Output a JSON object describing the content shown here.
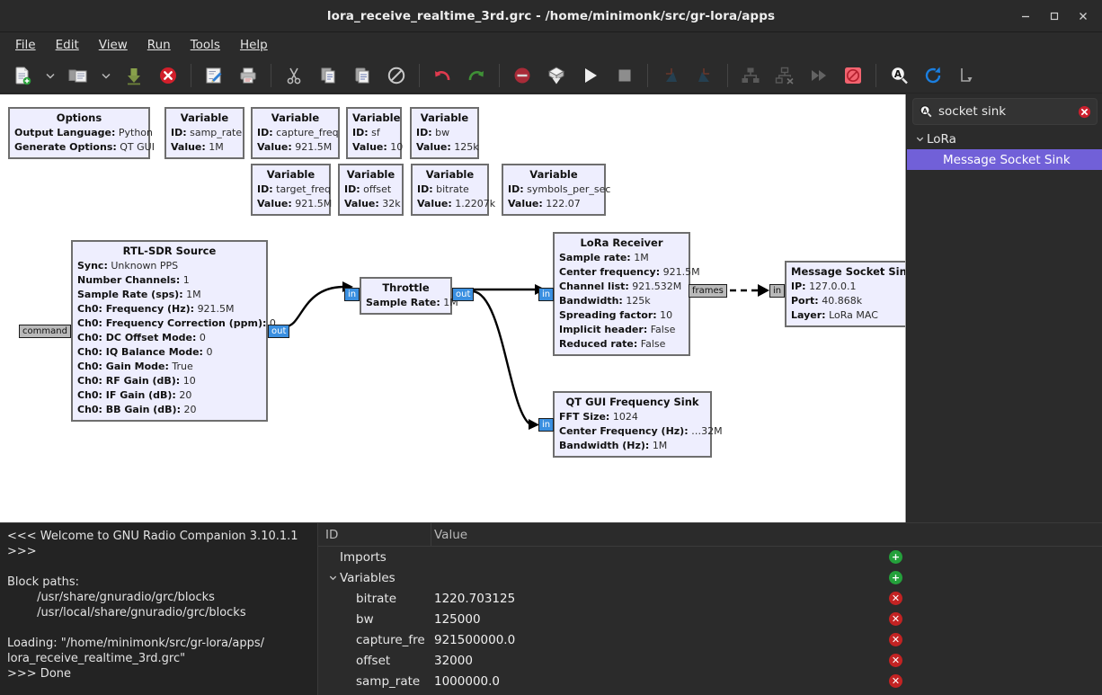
{
  "window": {
    "title": "lora_receive_realtime_3rd.grc - /home/minimonk/src/gr-lora/apps",
    "minimize_label": "–",
    "maximize_label": "□",
    "close_label": "✕"
  },
  "menubar": {
    "items": [
      {
        "label": "File"
      },
      {
        "label": "Edit"
      },
      {
        "label": "View"
      },
      {
        "label": "Run"
      },
      {
        "label": "Tools"
      },
      {
        "label": "Help"
      }
    ]
  },
  "toolbar": {
    "items": [
      {
        "name": "new-file-icon",
        "title": "New"
      },
      {
        "name": "new-file-dropdown-icon",
        "title": "New flow graph type"
      },
      {
        "name": "open-folder-icon",
        "title": "Open"
      },
      {
        "name": "open-recent-dropdown-icon",
        "title": "Open recent"
      },
      {
        "name": "save-icon",
        "title": "Save"
      },
      {
        "name": "close-file-icon",
        "title": "Close"
      },
      {
        "name": "edit-properties-icon",
        "title": "Edit properties"
      },
      {
        "name": "print-icon",
        "title": "Print"
      },
      {
        "name": "cut-icon",
        "title": "Cut"
      },
      {
        "name": "copy-icon",
        "title": "Copy"
      },
      {
        "name": "paste-icon",
        "title": "Paste"
      },
      {
        "name": "delete-icon",
        "title": "Delete"
      },
      {
        "name": "undo-icon",
        "title": "Undo"
      },
      {
        "name": "redo-icon",
        "title": "Redo"
      },
      {
        "name": "disable-block-icon",
        "title": "Disable"
      },
      {
        "name": "enable-block-icon",
        "title": "Enable"
      },
      {
        "name": "execute-icon",
        "title": "Execute the flow graph"
      },
      {
        "name": "stop-icon",
        "title": "Kill the flow graph"
      },
      {
        "name": "rotate-left-icon",
        "title": "Rotate left"
      },
      {
        "name": "rotate-right-icon",
        "title": "Rotate right"
      },
      {
        "name": "hier-create-icon",
        "title": "Create hier block"
      },
      {
        "name": "hier-remove-icon",
        "title": "Remove hier block"
      },
      {
        "name": "more-icon",
        "title": "Toggle"
      },
      {
        "name": "bypass-icon",
        "title": "Bypass"
      },
      {
        "name": "find-block-icon",
        "title": "Find blocks"
      },
      {
        "name": "reload-blocks-icon",
        "title": "Reload blocks"
      },
      {
        "name": "variable-editor-icon",
        "title": "Toggle variable editor"
      }
    ]
  },
  "canvas": {
    "blocks": [
      {
        "id": "options",
        "title": "Options",
        "rows": [
          {
            "key": "Output Language:",
            "val": "Python"
          },
          {
            "key": "Generate Options:",
            "val": "QT GUI"
          }
        ]
      },
      {
        "id": "var-samp-rate",
        "title": "Variable",
        "rows": [
          {
            "key": "ID:",
            "val": "samp_rate"
          },
          {
            "key": "Value:",
            "val": "1M"
          }
        ]
      },
      {
        "id": "var-capture-freq",
        "title": "Variable",
        "rows": [
          {
            "key": "ID:",
            "val": "capture_freq"
          },
          {
            "key": "Value:",
            "val": "921.5M"
          }
        ]
      },
      {
        "id": "var-sf",
        "title": "Variable",
        "rows": [
          {
            "key": "ID:",
            "val": "sf"
          },
          {
            "key": "Value:",
            "val": "10"
          }
        ]
      },
      {
        "id": "var-bw",
        "title": "Variable",
        "rows": [
          {
            "key": "ID:",
            "val": "bw"
          },
          {
            "key": "Value:",
            "val": "125k"
          }
        ]
      },
      {
        "id": "var-target-freq",
        "title": "Variable",
        "rows": [
          {
            "key": "ID:",
            "val": "target_freq"
          },
          {
            "key": "Value:",
            "val": "921.5M"
          }
        ]
      },
      {
        "id": "var-offset",
        "title": "Variable",
        "rows": [
          {
            "key": "ID:",
            "val": "offset"
          },
          {
            "key": "Value:",
            "val": "32k"
          }
        ]
      },
      {
        "id": "var-bitrate",
        "title": "Variable",
        "rows": [
          {
            "key": "ID:",
            "val": "bitrate"
          },
          {
            "key": "Value:",
            "val": "1.2207k"
          }
        ]
      },
      {
        "id": "var-symbols-per-sec",
        "title": "Variable",
        "rows": [
          {
            "key": "ID:",
            "val": "symbols_per_sec"
          },
          {
            "key": "Value:",
            "val": "122.07"
          }
        ]
      },
      {
        "id": "rtl-sdr-source",
        "title": "RTL-SDR Source",
        "rows": [
          {
            "key": "Sync:",
            "val": "Unknown PPS"
          },
          {
            "key": "Number Channels:",
            "val": "1"
          },
          {
            "key": "Sample Rate (sps):",
            "val": "1M"
          },
          {
            "key": "Ch0: Frequency (Hz):",
            "val": "921.5M"
          },
          {
            "key": "Ch0: Frequency Correction (ppm):",
            "val": "0"
          },
          {
            "key": "Ch0: DC Offset Mode:",
            "val": "0"
          },
          {
            "key": "Ch0: IQ Balance Mode:",
            "val": "0"
          },
          {
            "key": "Ch0: Gain Mode:",
            "val": "True"
          },
          {
            "key": "Ch0: RF Gain (dB):",
            "val": "10"
          },
          {
            "key": "Ch0: IF Gain (dB):",
            "val": "20"
          },
          {
            "key": "Ch0: BB Gain (dB):",
            "val": "20"
          }
        ],
        "ports": {
          "in_msg": "command",
          "out": "out"
        }
      },
      {
        "id": "throttle",
        "title": "Throttle",
        "rows": [
          {
            "key": "Sample Rate:",
            "val": "1M"
          }
        ],
        "ports": {
          "in": "in",
          "out": "out"
        }
      },
      {
        "id": "lora-receiver",
        "title": "LoRa Receiver",
        "rows": [
          {
            "key": "Sample rate:",
            "val": "1M"
          },
          {
            "key": "Center frequency:",
            "val": "921.5M"
          },
          {
            "key": "Channel list:",
            "val": "921.532M"
          },
          {
            "key": "Bandwidth:",
            "val": "125k"
          },
          {
            "key": "Spreading factor:",
            "val": "10"
          },
          {
            "key": "Implicit header:",
            "val": "False"
          },
          {
            "key": "Reduced rate:",
            "val": "False"
          }
        ],
        "ports": {
          "in": "in",
          "out_msg": "frames"
        }
      },
      {
        "id": "message-socket-sink",
        "title": "Message Socket Sink",
        "rows": [
          {
            "key": "IP:",
            "val": "127.0.0.1"
          },
          {
            "key": "Port:",
            "val": "40.868k"
          },
          {
            "key": "Layer:",
            "val": "LoRa MAC"
          }
        ],
        "ports": {
          "in": "in"
        }
      },
      {
        "id": "qt-gui-frequency-sink",
        "title": "QT GUI Frequency Sink",
        "rows": [
          {
            "key": "FFT Size:",
            "val": "1024"
          },
          {
            "key": "Center Frequency (Hz):",
            "val": "…32M"
          },
          {
            "key": "Bandwidth (Hz):",
            "val": "1M"
          }
        ],
        "ports": {
          "in": "in"
        }
      }
    ]
  },
  "block_tree": {
    "search": {
      "value": "socket sink",
      "icon": "search-icon",
      "clear_icon": "clear-icon"
    },
    "nodes": [
      {
        "label": "LoRa",
        "level": 0,
        "expanded": true,
        "selected": false
      },
      {
        "label": "Message Socket Sink",
        "level": 1,
        "expanded": false,
        "selected": true
      }
    ]
  },
  "console": {
    "text": "<<< Welcome to GNU Radio Companion 3.10.1.1 >>>\n\nBlock paths:\n\t/usr/share/gnuradio/grc/blocks\n\t/usr/local/share/gnuradio/grc/blocks\n\nLoading: \"/home/minimonk/src/gr-lora/apps/\nlora_receive_realtime_3rd.grc\"\n>>> Done"
  },
  "variable_editor": {
    "columns": [
      "ID",
      "Value"
    ],
    "rows": [
      {
        "id": "Imports",
        "value": "",
        "indent": 0,
        "expander": "",
        "action": "add"
      },
      {
        "id": "Variables",
        "value": "",
        "indent": 1,
        "expander": "v",
        "action": "add"
      },
      {
        "id": "bitrate",
        "value": "1220.703125",
        "indent": 2,
        "expander": "",
        "action": "del"
      },
      {
        "id": "bw",
        "value": "125000",
        "indent": 2,
        "expander": "",
        "action": "del"
      },
      {
        "id": "capture_fre",
        "value": "921500000.0",
        "indent": 2,
        "expander": "",
        "action": "del"
      },
      {
        "id": "offset",
        "value": "32000",
        "indent": 2,
        "expander": "",
        "action": "del"
      },
      {
        "id": "samp_rate",
        "value": "1000000.0",
        "indent": 2,
        "expander": "",
        "action": "del"
      }
    ]
  },
  "colors": {
    "block_fill": "#eeeefe",
    "block_border": "#6e6e6e",
    "port_stream": "#3a8fe0",
    "port_message": "#b9b9b9",
    "selection": "#7160d8",
    "canvas_bg": "#ffffff",
    "chrome_bg": "#2b2b2b"
  }
}
